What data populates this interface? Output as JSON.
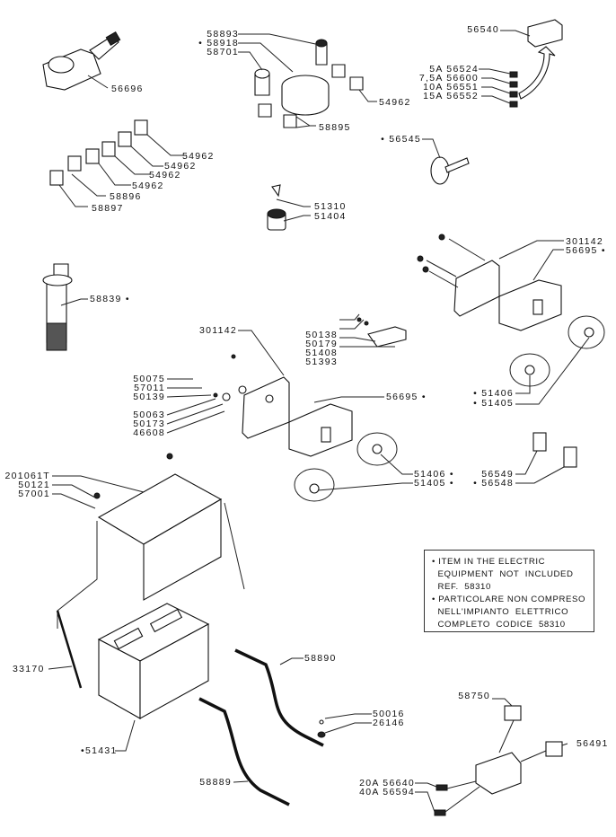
{
  "diagram": {
    "title": "Electric equipment exploded parts view",
    "labels": {
      "p56696": "56696",
      "p58893": "58893",
      "p58918": "• 58918",
      "p58701": "58701",
      "p54962_top": "54962",
      "p58895": "58895",
      "p56540": "56540",
      "p56524": "5A  56524",
      "p56600": "7,5A  56600",
      "p56551": "10A  56551",
      "p56552": "15A  56552",
      "p56545": "• 56545",
      "p54962_a": "54962",
      "p54962_b": "54962",
      "p54962_c": "54962",
      "p54962_d": "54962",
      "p58896": "58896",
      "p58897": "58897",
      "p51310": "51310",
      "p51404": "51404",
      "p301142_r": "301142",
      "p56695_r": "56695 •",
      "p58839": "58839 •",
      "p50138": "50138",
      "p50179": "50179",
      "p51408": "51408",
      "p51393": "51393",
      "p301142_l": "301142",
      "p51406_r": "• 51406",
      "p51405_r": "• 51405",
      "p50075": "50075",
      "p57011": "57011",
      "p50139": "50139",
      "p50063": "50063",
      "p50173": "50173",
      "p46608": "46608",
      "p56695_l": "56695 •",
      "p51406_l": "51406 •",
      "p51405_l": "51405 •",
      "p56549": "56549",
      "p56548": "• 56548",
      "p201061T": "201061T",
      "p50121": "50121",
      "p57001": "57001",
      "p33170": "33170",
      "p58890": "58890",
      "p50016": "50016",
      "p26146": "26146",
      "p51431": "•51431",
      "p58750": "58750",
      "p56491": "56491",
      "p58889": "58889",
      "p56640": "20A  56640",
      "p56594": "40A  56594"
    },
    "note": {
      "lines": [
        "• ITEM  IN  THE  ELECTRIC",
        "  EQUIPMENT  NOT  INCLUDED",
        "  REF.  58310",
        "• PARTICOLARE  NON  COMPRESO",
        "  NELL'IMPIANTO  ELETTRICO",
        "  COMPLETO  CODICE  58310"
      ]
    }
  }
}
